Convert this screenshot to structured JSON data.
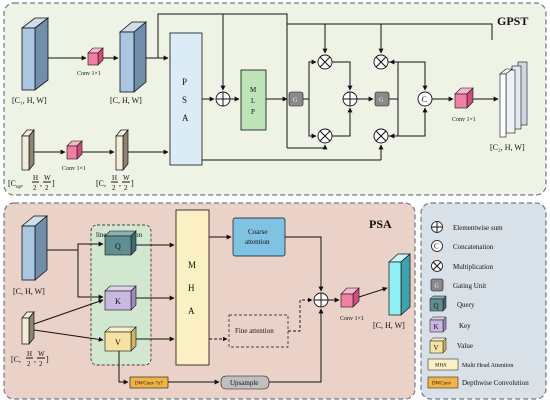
{
  "gpst": {
    "title": "GPST",
    "input_label": "[C₁, H, W]",
    "conv_top": "Conv 1×1",
    "feat_label": "[C, H, W]",
    "psa_letters": [
      "P",
      "S",
      "A"
    ],
    "mlp_letters": [
      "M",
      "L",
      "P"
    ],
    "gate_label": "G",
    "concat_label": "C",
    "conv_out": "Conv 1×1",
    "output_label": "[C₂, H, W]",
    "skip_input": {
      "pre": "[C",
      "sub": "up",
      "mid": ",",
      "frac1_num": "H",
      "frac1_den": "2",
      "sep": ",",
      "frac2_num": "W",
      "frac2_den": "2",
      "post": "]"
    },
    "conv_bottom": "Conv 1×1",
    "skip_feat": {
      "pre": "[C,",
      "frac1_num": "H",
      "frac1_den": "2",
      "sep": ",",
      "frac2_num": "W",
      "frac2_den": "2",
      "post": "]"
    }
  },
  "psa": {
    "title": "PSA",
    "linear_projection": "linear projection",
    "q": "Q",
    "k": "K",
    "v": "V",
    "mha_letters": [
      "M",
      "H",
      "A"
    ],
    "coarse_attention": [
      "Coarse",
      "attention"
    ],
    "fine_attention": "Fine attention",
    "upsample": "Upsample",
    "dwconv": "DWConv 7x7",
    "conv": "Conv 1×1",
    "input_top": "[C, H, W]",
    "input_bottom": {
      "pre": "[C,",
      "frac1_num": "H",
      "frac1_den": "2",
      "sep": ",",
      "frac2_num": "W",
      "frac2_den": "2",
      "post": "]"
    },
    "output": "[C, H, W]"
  },
  "legend": {
    "items": [
      {
        "symbol": "⊕",
        "label": "Elementwise sum"
      },
      {
        "symbol": "C",
        "label": "Concatenation"
      },
      {
        "symbol": "⊗",
        "label": "Multiplication"
      },
      {
        "symbol": "G",
        "label": "Gating Unit"
      },
      {
        "symbol": "Q",
        "label": "Query"
      },
      {
        "symbol": "K",
        "label": "Key"
      },
      {
        "symbol": "V",
        "label": "Value"
      },
      {
        "symbol": "MHA",
        "label": "Multi Head Attention"
      },
      {
        "symbol": "DWConv",
        "label": "Depthwise Convolution"
      }
    ]
  },
  "colors": {
    "gpst_bg": "#eef3e6",
    "psa_bg": "#ebd2c8",
    "legend_bg": "#d8e1e8",
    "psa_block": "#dbecf6",
    "mlp": "#bde3b6",
    "mha": "#fbefc4",
    "conv_pink": "#f07fa4",
    "q_box": "#5f8e93",
    "k_box": "#c9b8df",
    "v_box": "#f6e3a3",
    "linear_bg": "#d2e7d0",
    "coarse": "#7fc2e3",
    "dwconv": "#f0b446",
    "slab_blue": "#a9c7e0",
    "slab_cyan": "#8ff0f5"
  }
}
